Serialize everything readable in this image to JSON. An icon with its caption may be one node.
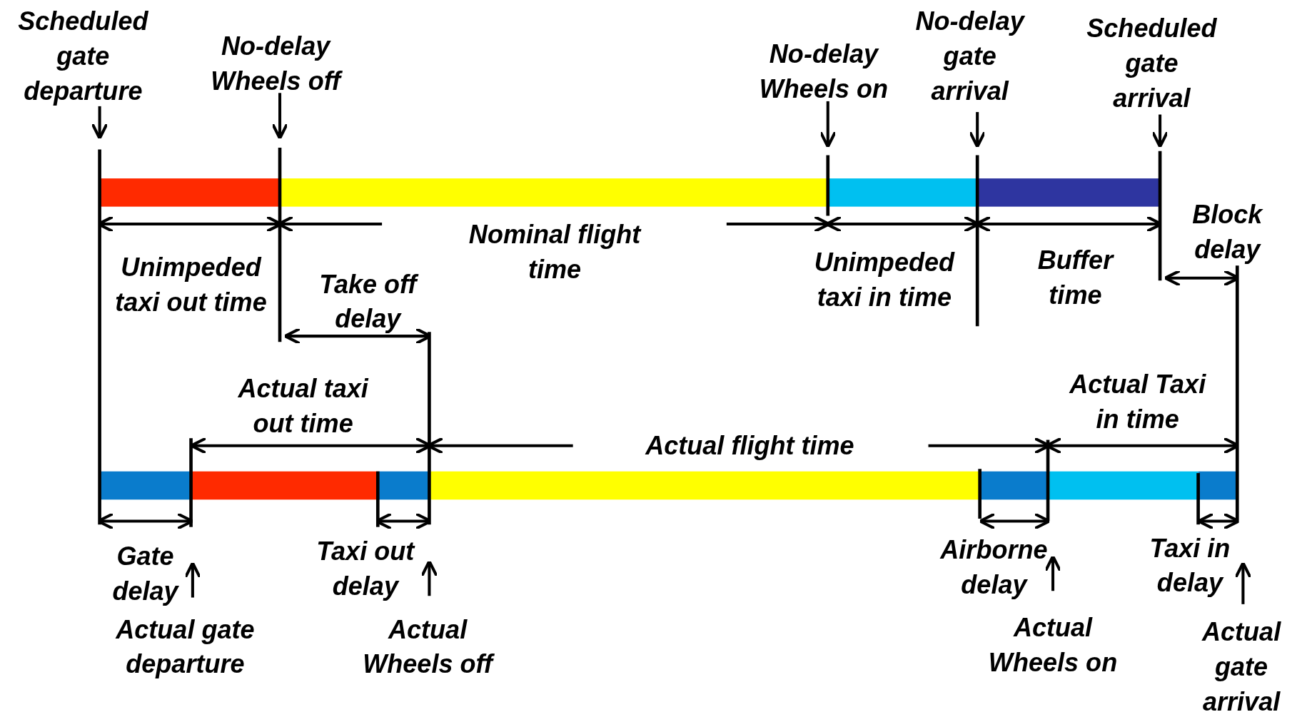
{
  "diagram": {
    "labels": [
      "Scheduled gate departure",
      "No-delay Wheels off",
      "No-delay Wheels on",
      "No-delay gate arrival",
      "Scheduled gate arrival",
      "Unimpeded taxi out time",
      "Take off delay",
      "Nominal flight time",
      "Unimpeded taxi in time",
      "Buffer time",
      "Block delay",
      "Actual taxi out time",
      "Actual Taxi in time",
      "Actual flight time",
      "Gate delay",
      "Taxi out delay",
      "Airborne delay",
      "Taxi in delay",
      "Actual gate departure",
      "Actual Wheels off",
      "Actual Wheels on",
      "Actual gate arrival"
    ]
  }
}
